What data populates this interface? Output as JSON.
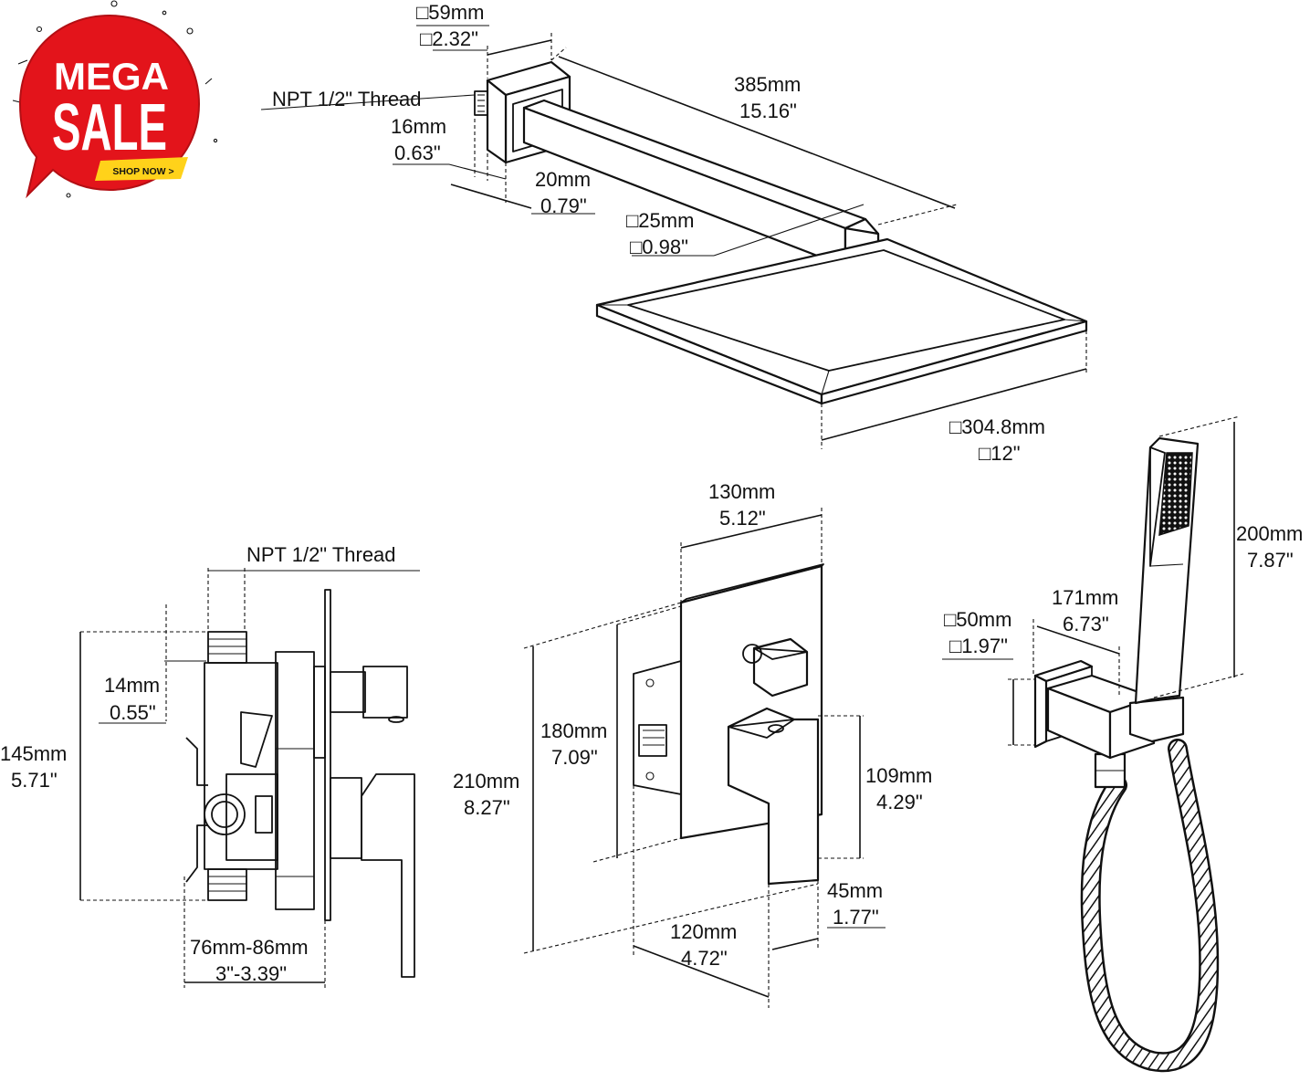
{
  "badge": {
    "line1": "MEGA",
    "line2": "SALE",
    "cta": "SHOP NOW >",
    "colors": {
      "red": "#e3141b",
      "yellow": "#ffd21a"
    }
  },
  "shower_head": {
    "arm_base_size_mm": "□59mm",
    "arm_base_size_in": "□2.32\"",
    "arm_thread": "NPT 1/2\" Thread",
    "thread_length_mm": "16mm",
    "thread_length_in": "0.63\"",
    "base_depth_mm": "20mm",
    "base_depth_in": "0.79\"",
    "arm_length_mm": "385mm",
    "arm_length_in": "15.16\"",
    "arm_section_mm": "□25mm",
    "arm_section_in": "□0.98\"",
    "head_size_mm": "□304.8mm",
    "head_size_in": "□12\""
  },
  "valve": {
    "thread": "NPT 1/2\" Thread",
    "thread_offset_mm": "14mm",
    "thread_offset_in": "0.55\"",
    "height_mm": "145mm",
    "height_in": "5.71\"",
    "depth_mm": "76mm-86mm",
    "depth_in": "3\"-3.39\""
  },
  "trim_plate": {
    "width_mm": "130mm",
    "width_in": "5.12\"",
    "body_height_mm": "180mm",
    "body_height_in": "7.09\"",
    "plate_height_mm": "210mm",
    "plate_height_in": "8.27\"",
    "handle_height_mm": "109mm",
    "handle_height_in": "4.29\"",
    "handle_depth_mm": "45mm",
    "handle_depth_in": "1.77\"",
    "body_width_mm": "120mm",
    "body_width_in": "4.72\""
  },
  "hand_shower": {
    "bracket_size_mm": "□50mm",
    "bracket_size_in": "□1.97\"",
    "bracket_depth_mm": "171mm",
    "bracket_depth_in": "6.73\"",
    "wand_length_mm": "200mm",
    "wand_length_in": "7.87\""
  }
}
